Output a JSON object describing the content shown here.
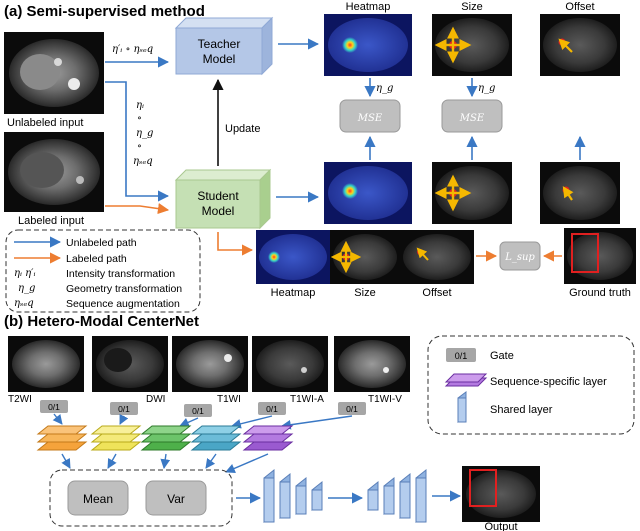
{
  "section_a": {
    "title": "(a) Semi-supervised method",
    "unlabeled_input": "Unlabeled input",
    "labeled_input": "Labeled input",
    "teacher_line1": "Teacher",
    "teacher_line2": "Model",
    "student_line1": "Student",
    "student_line2": "Model",
    "update": "Update",
    "op_top": "η′ᵢ ∘ ηₛₑq",
    "op_v1": "ηᵢ",
    "op_v2": "∘",
    "op_v3": "η_g",
    "op_v4": "∘",
    "op_v5": "ηₛₑq",
    "col_heatmap": "Heatmap",
    "col_size": "Size",
    "col_offset": "Offset",
    "eta_g_1": "η_g",
    "eta_g_2": "η_g",
    "mse_1": "MSE",
    "mse_2": "MSE",
    "lsup": "L_sup",
    "bottom_heatmap": "Heatmap",
    "bottom_size": "Size",
    "bottom_offset": "Offset",
    "bottom_gt": "Ground truth",
    "legend": {
      "unlabeled": "Unlabeled path",
      "labeled": "Labeled path",
      "sym_intensity": "ηᵢ  η′ᵢ",
      "intensity": "Intensity transformation",
      "sym_geometry": "η_g",
      "geometry": "Geometry transformation",
      "sym_sequence": "ηₛₑq",
      "sequence": "Sequence augmentation"
    }
  },
  "section_b": {
    "title": "(b) Hetero-Modal CenterNet",
    "modalities": [
      "T2WI",
      "DWI",
      "T1WI",
      "T1WI-A",
      "T1WI-V"
    ],
    "gate": "0/1",
    "mean": "Mean",
    "var": "Var",
    "output": "Output",
    "legend": {
      "gate_symbol": "0/1",
      "gate": "Gate",
      "sequence_layer": "Sequence-specific layer",
      "shared_layer": "Shared layer"
    }
  },
  "colors": {
    "blue_path": "#3a78c4",
    "orange_path": "#ed7d31",
    "teacher_fill": "#b4c7e7",
    "student_fill": "#c5e0b4",
    "mse_fill": "#bfbfbf",
    "gate_fill": "#a6a6a6",
    "box_red": "#e02020"
  }
}
